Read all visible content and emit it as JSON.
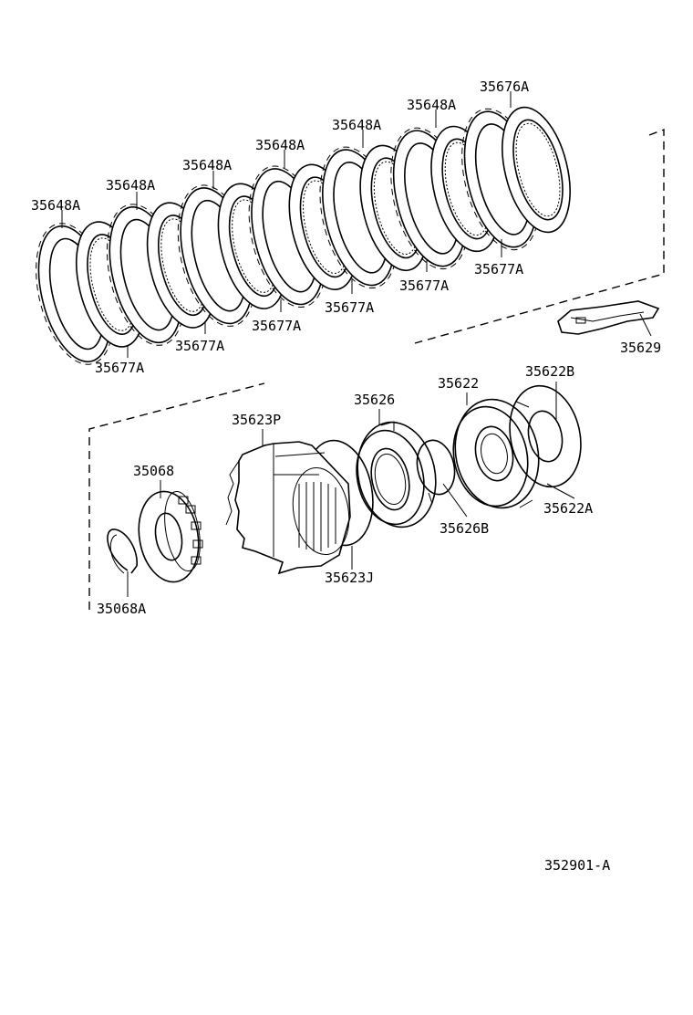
{
  "diagram_ref": "352901-A",
  "part_labels": {
    "p35676A": "35676A",
    "p35648A": "35648A",
    "p35677A": "35677A",
    "p35629": "35629",
    "p35622": "35622",
    "p35622B": "35622B",
    "p35622A": "35622A",
    "p35626": "35626",
    "p35626B": "35626B",
    "p35623P": "35623P",
    "p35623J": "35623J",
    "p35068": "35068",
    "p35068A": "35068A"
  }
}
